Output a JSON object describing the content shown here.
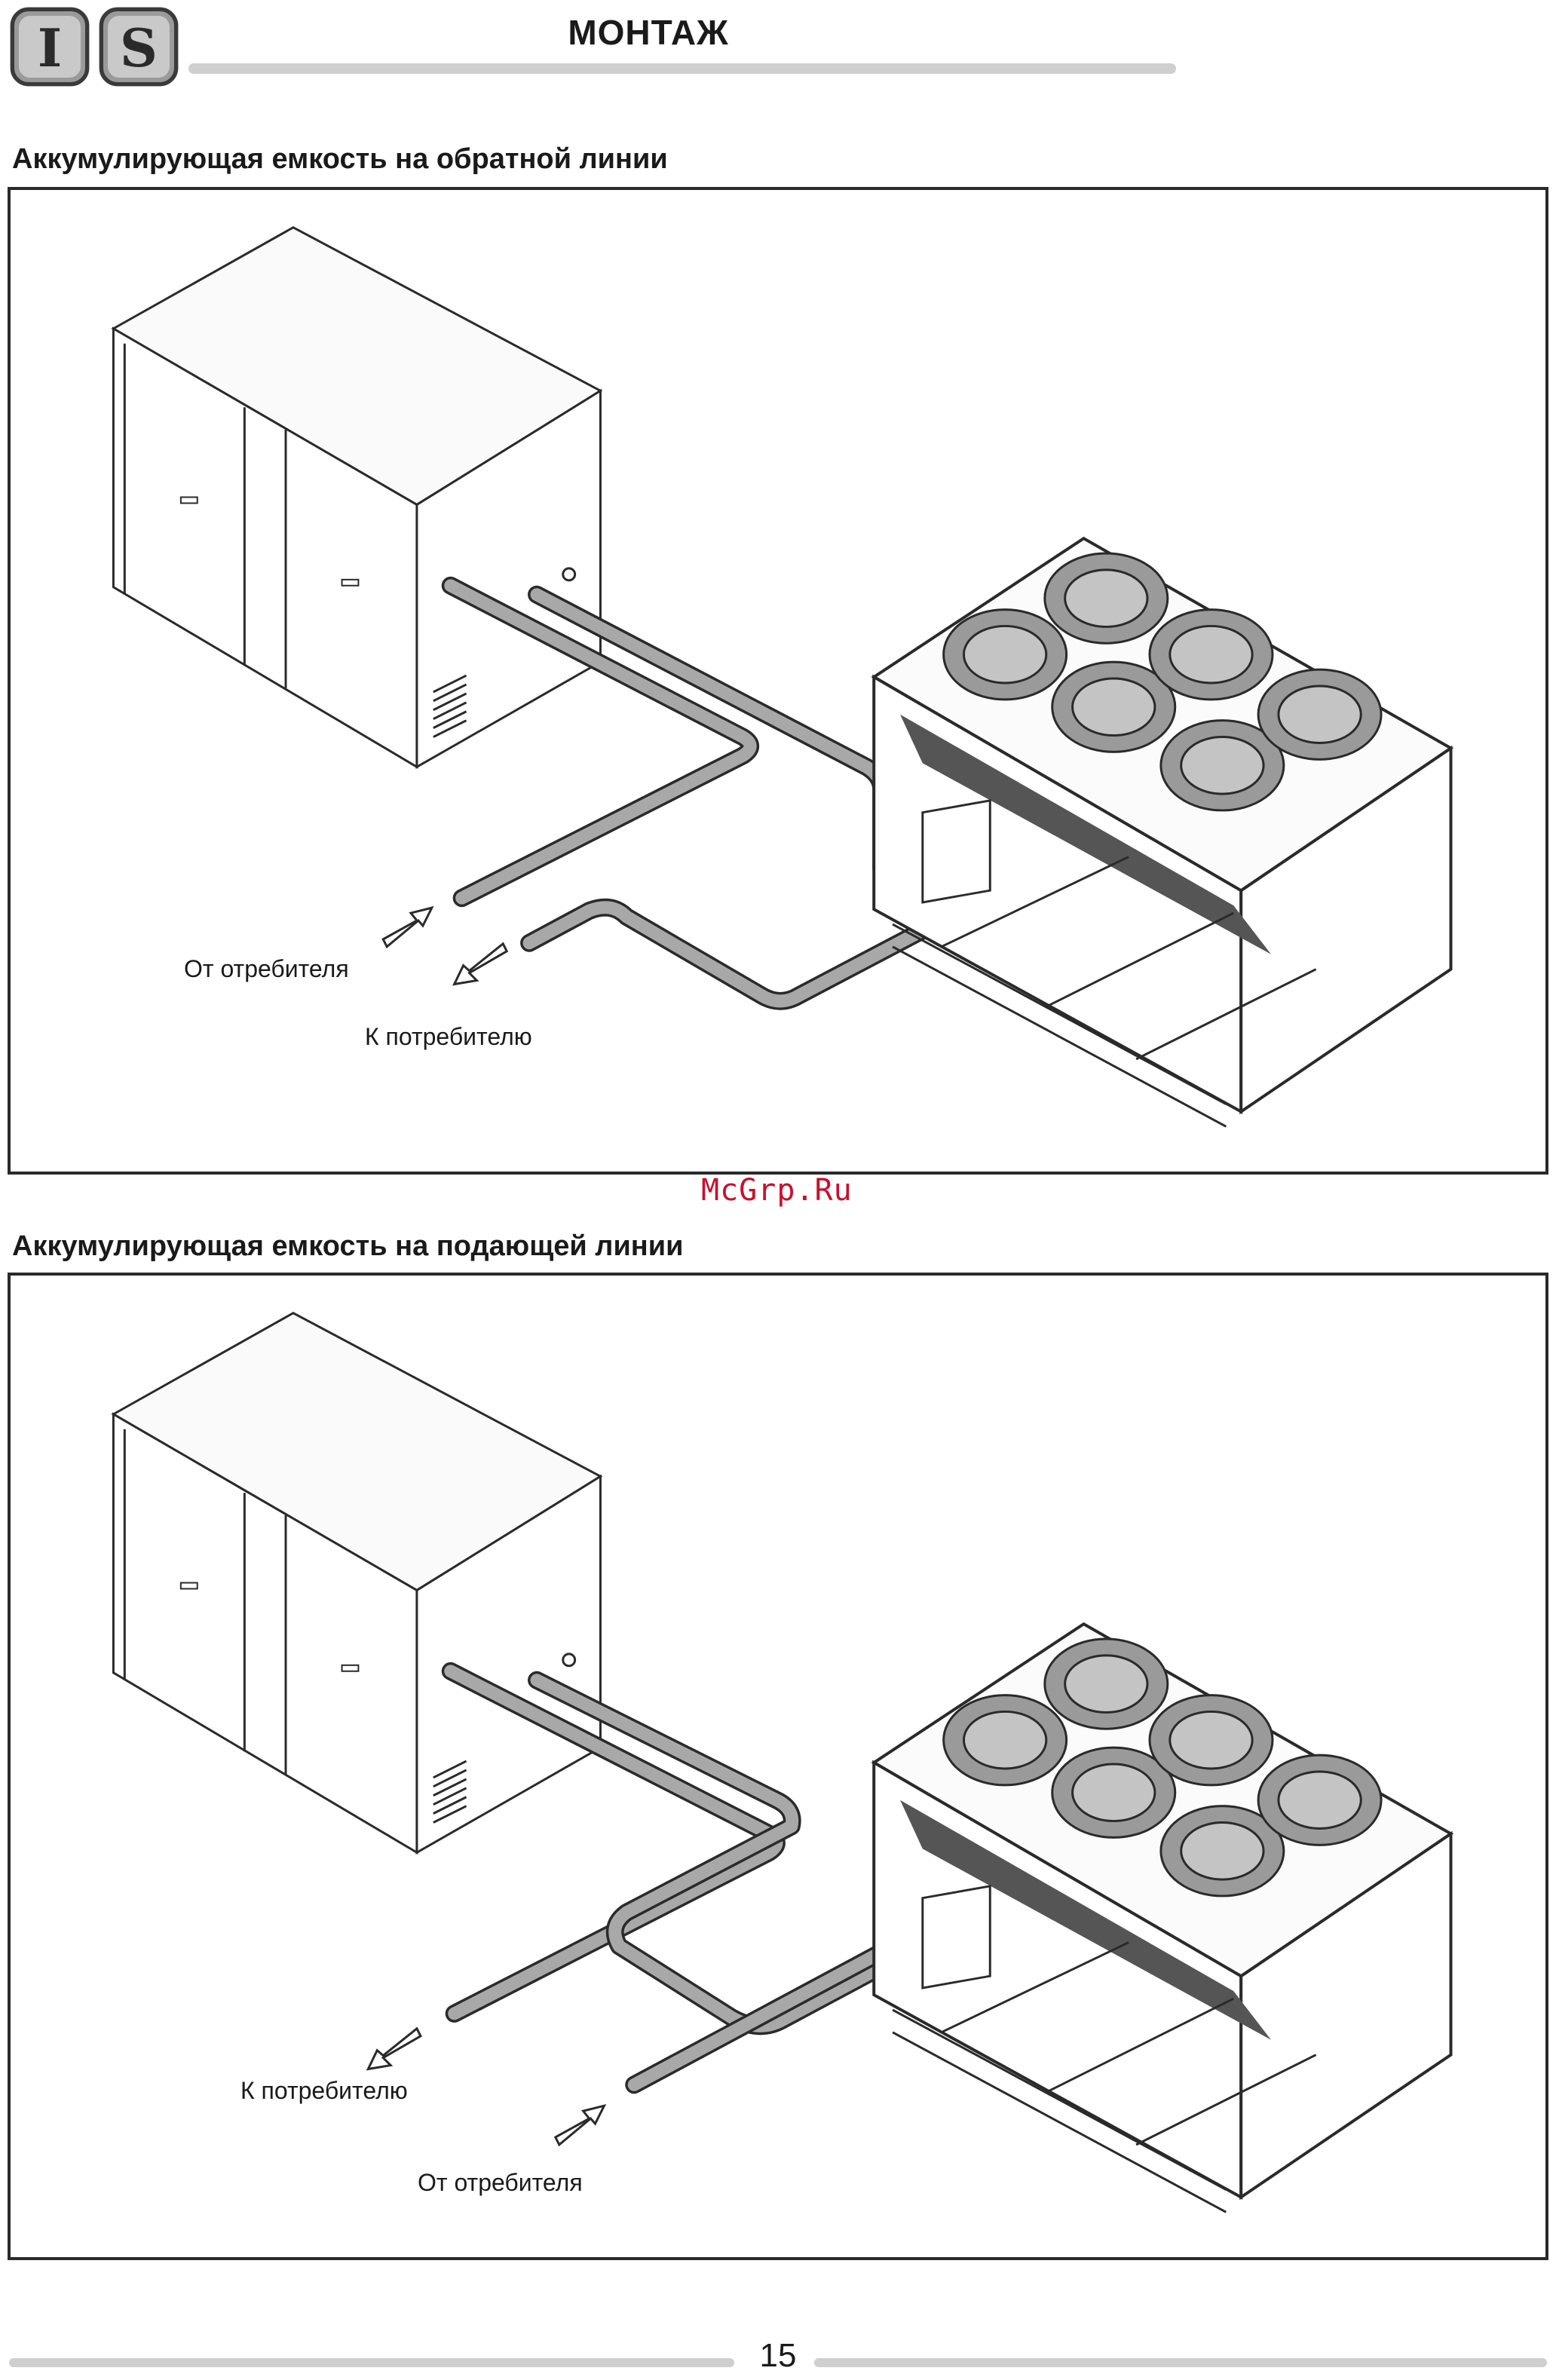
{
  "header": {
    "logo_left_letter": "I",
    "logo_right_letter": "S",
    "title": "МОНТАЖ"
  },
  "sections": [
    {
      "title": "Аккумулирующая емкость на обратной линии",
      "label_from": "От отребителя",
      "label_to": "К потребителю"
    },
    {
      "title": "Аккумулирующая емкость на подающей линии",
      "label_to": "К потребителю",
      "label_from": "От отребителя"
    }
  ],
  "watermark": "McGrp.Ru",
  "footer": {
    "page_number": "15"
  },
  "colors": {
    "watermark": "#c8102e",
    "pipe": "#9a9a9a",
    "line": "#2a2a2a",
    "fan": "#7d7d7d"
  }
}
